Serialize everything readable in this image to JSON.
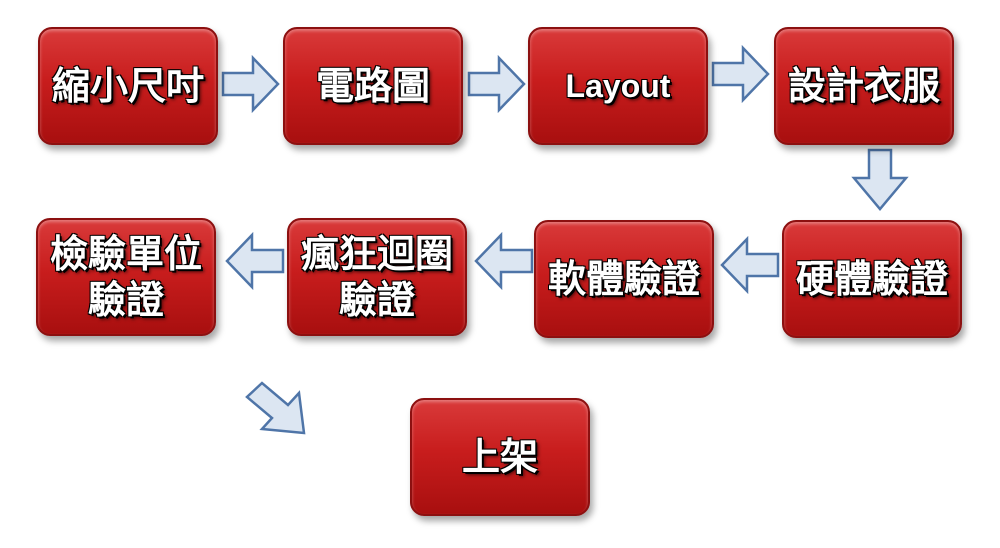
{
  "steps": {
    "shrink_size": "縮小尺吋",
    "circuit_diagram": "電路圖",
    "layout": "Layout",
    "design_clothes": "設計衣服",
    "hardware_verification": "硬體驗證",
    "software_verification": "軟體驗證",
    "crazy_loop_line1": "瘋狂迴圈",
    "crazy_loop_line2": "驗證",
    "inspection_line1": "檢驗單位",
    "inspection_line2": "驗證",
    "launch": "上架"
  },
  "colors": {
    "box_fill": "#c81d1d",
    "box_border": "#8c1010",
    "arrow_fill": "#dce6f2",
    "arrow_stroke": "#4f75a8",
    "text": "#ffffff"
  }
}
